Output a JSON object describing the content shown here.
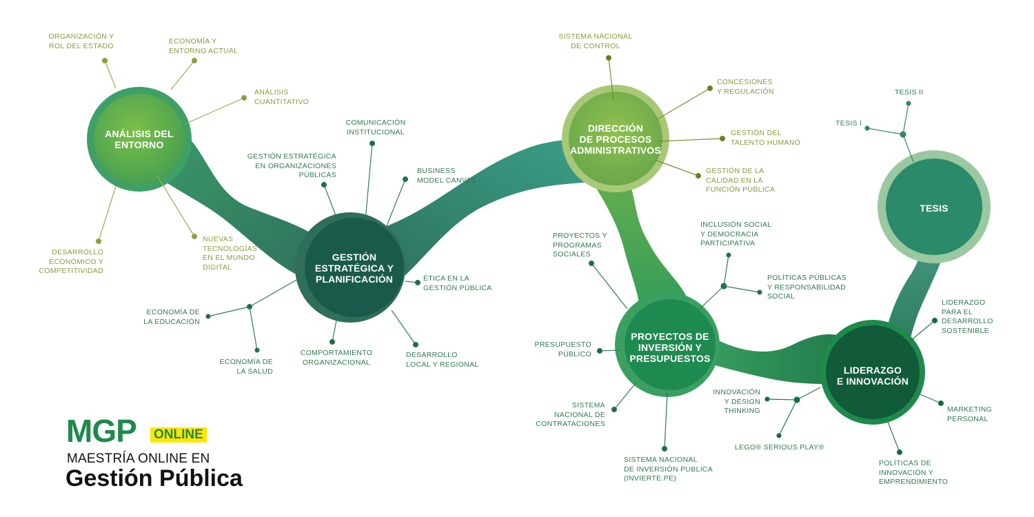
{
  "colors": {
    "olive_text": "#8a9a3a",
    "green_text": "#2f7a4e",
    "brand_green": "#1e8a4c",
    "badge_yellow": "#ffe600"
  },
  "hubs": {
    "analisis": "ANÁLISIS DEL\nENTORNO",
    "gestion": "GESTIÓN\nESTRATÉGICA Y\nPLANIFICACIÓN",
    "direccion": "DIRECCIÓN\nDE PROCESOS\nADMINISTRATIVOS",
    "proyectos": "PROYECTOS DE\nINVERSIÓN Y\nPRESUPUESTOS",
    "tesis": "TESIS",
    "liderazgo": "LIDERAZGO\nE INNOVACIÓN"
  },
  "topics": {
    "organizacion": "ORGANIZACIÓN Y\nROL DEL ESTADO",
    "economia_entorno": "ECONOMÍA Y\nENTORNO ACTUAL",
    "analisis_cuantitativo": "ANÁLISIS\nCUANTITATIVO",
    "desarrollo_economico": "DESARROLLO\nECONÓMICO Y\nCOMPETITIVIDAD",
    "nuevas_tecnologias": "NUEVAS\nTECNOLOGÍAS\nEN EL MUNDO\nDIGITAL",
    "comunicacion": "COMUNICACIÓN\nINSTITUCIONAL",
    "gestion_org_publicas": "GESTIÓN ESTRATÉGICA\nEN ORGANIZACIONES\nPÚBLICAS",
    "business_model": "BUSINESS\nMODEL CANVAS",
    "etica": "ÉTICA EN LA\nGESTIÓN PÚBLICA",
    "economia_educacion": "ECONOMÍA DE\nLA EDUCACIÓN",
    "economia_salud": "ECONOMÍA DE\nLA SALUD",
    "comportamiento": "COMPORTAMIENTO\nORGANIZACIONAL",
    "desarrollo_local": "DESARROLLO\nLOCAL Y REGIONAL",
    "sistema_control": "SISTEMA NACIONAL\nDE CONTROL",
    "concesiones": "CONCESIONES\nY REGULACIÓN",
    "talento_humano": "GESTIÓN DEL\nTALENTO HUMANO",
    "calidad": "GESTIÓN DE LA\nCALIDAD EN LA\nFUNCIÓN PÚBLICA",
    "proyectos_sociales": "PROYECTOS Y\nPROGRAMAS\nSOCIALES",
    "inclusion": "INCLUSIÓN SOCIAL\nY DEMOCRACIA\nPARTICIPATIVA",
    "politicas_responsabilidad": "POLÍTICAS PÚBLICAS\nY RESPONSABILIDAD\nSOCIAL",
    "presupuesto": "PRESUPUESTO\nPÚBLICO",
    "contrataciones": "SISTEMA\nNACIONAL DE\nCONTRATACIONES",
    "inversion_publica": "SISTEMA NACIONAL\nDE INVERSIÓN PÚBLICA\n(INVIERTE.PE)",
    "tesis_i": "TESIS I",
    "tesis_ii": "TESIS II",
    "liderazgo_sostenible": "LIDERAZGO\nPARA EL\nDESARROLLO\nSOSTENIBLE",
    "innovacion_design": "INNOVACIÓN\nY DESIGN\nTHINKING",
    "lego": "LEGO® SERIOUS PLAY®",
    "marketing": "MARKETING\nPERSONAL",
    "politicas_innovacion": "POLÍTICAS DE\nINNOVACIÓN Y\nEMPRENDIMIENTO"
  },
  "logo": {
    "mgp": "MGP",
    "online_badge": "ONLINE",
    "subtitle": "MAESTRÍA ONLINE EN",
    "title": "Gestión Pública"
  }
}
